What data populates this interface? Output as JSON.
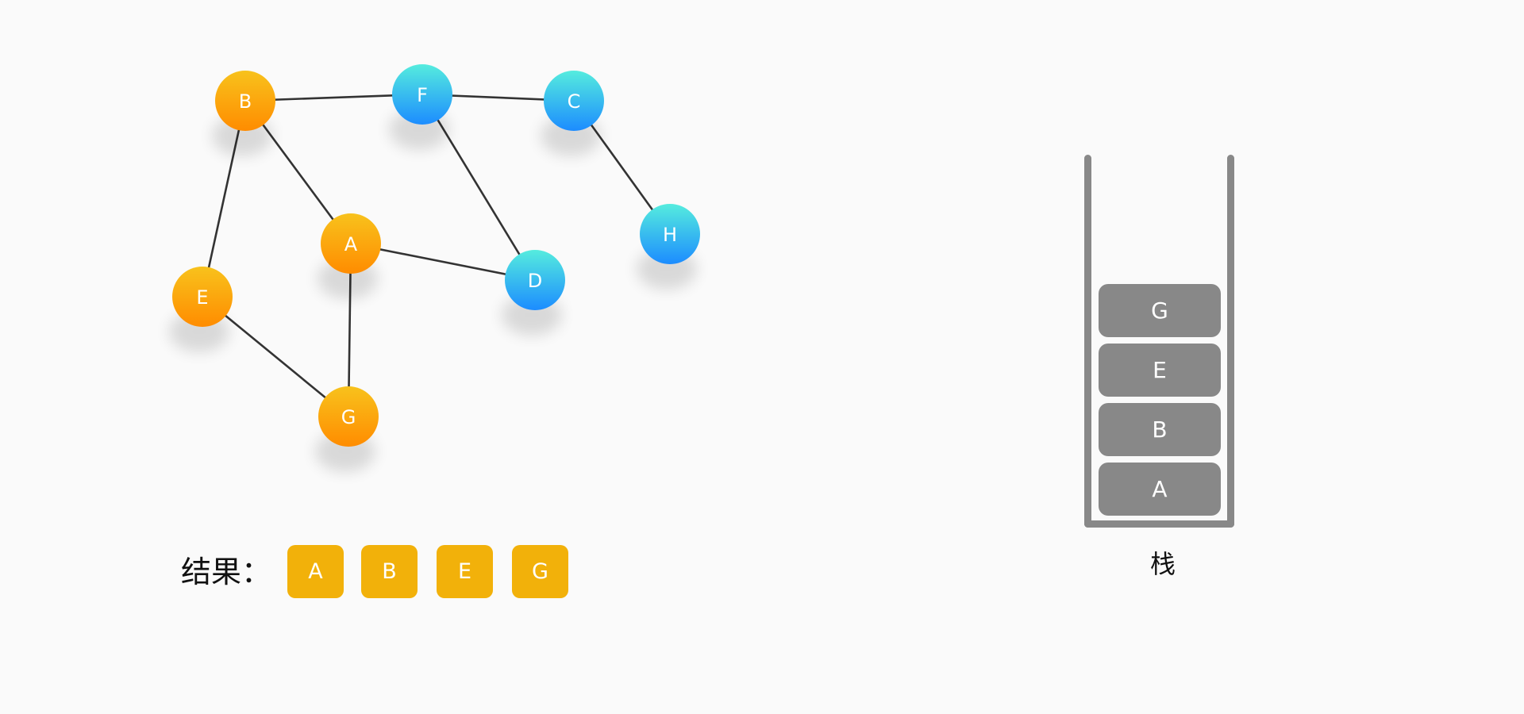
{
  "graph": {
    "nodes": [
      {
        "id": "B",
        "color": "orange"
      },
      {
        "id": "F",
        "color": "blue"
      },
      {
        "id": "C",
        "color": "blue"
      },
      {
        "id": "A",
        "color": "orange"
      },
      {
        "id": "D",
        "color": "blue"
      },
      {
        "id": "H",
        "color": "blue"
      },
      {
        "id": "E",
        "color": "orange"
      },
      {
        "id": "G",
        "color": "orange"
      }
    ],
    "edges": [
      [
        "B",
        "F"
      ],
      [
        "F",
        "C"
      ],
      [
        "B",
        "A"
      ],
      [
        "B",
        "E"
      ],
      [
        "F",
        "D"
      ],
      [
        "C",
        "H"
      ],
      [
        "A",
        "D"
      ],
      [
        "A",
        "G"
      ],
      [
        "E",
        "G"
      ]
    ],
    "colors": {
      "orange_top": "#f8c21c",
      "orange_bottom": "#ff8c00",
      "blue_top": "#55ecde",
      "blue_bottom": "#1c8cff"
    }
  },
  "result": {
    "label": "结果：",
    "items": [
      "A",
      "B",
      "E",
      "G"
    ],
    "box_color": "#f2b10a"
  },
  "stack": {
    "caption": "栈",
    "items_top_to_bottom": [
      "G",
      "E",
      "B",
      "A"
    ],
    "color": "#888888"
  }
}
